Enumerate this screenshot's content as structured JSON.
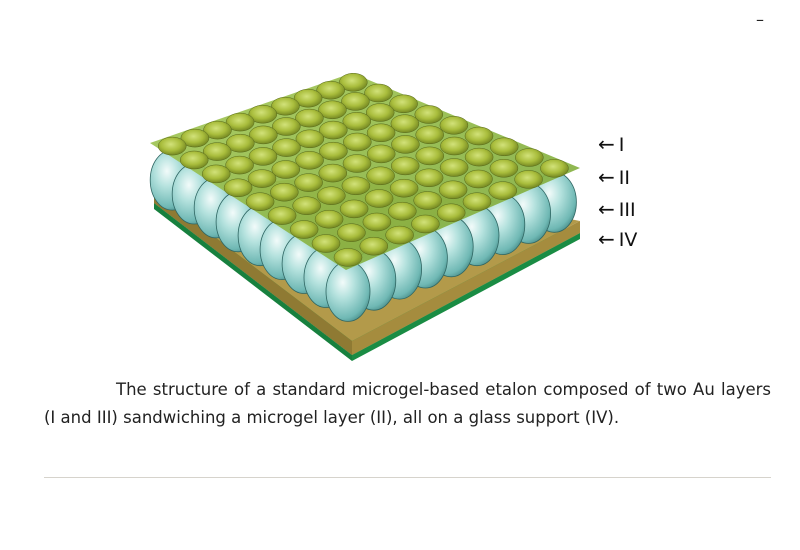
{
  "page": {
    "corner_mark": "–"
  },
  "figure": {
    "layer_labels": [
      {
        "arrow": "←",
        "numeral": "I"
      },
      {
        "arrow": "←",
        "numeral": "II"
      },
      {
        "arrow": "←",
        "numeral": "III"
      },
      {
        "arrow": "←",
        "numeral": "IV"
      }
    ],
    "colors": {
      "au_layer": "#8ab436",
      "microgel": "#9ed3cf",
      "gold_base": "#b39a4a",
      "glass": "#1f9a4b"
    }
  },
  "caption": {
    "text": "The structure of a standard microgel-based etalon composed of two Au layers (I and III) sandwiching a microgel layer (II), all on a glass support (IV)."
  }
}
